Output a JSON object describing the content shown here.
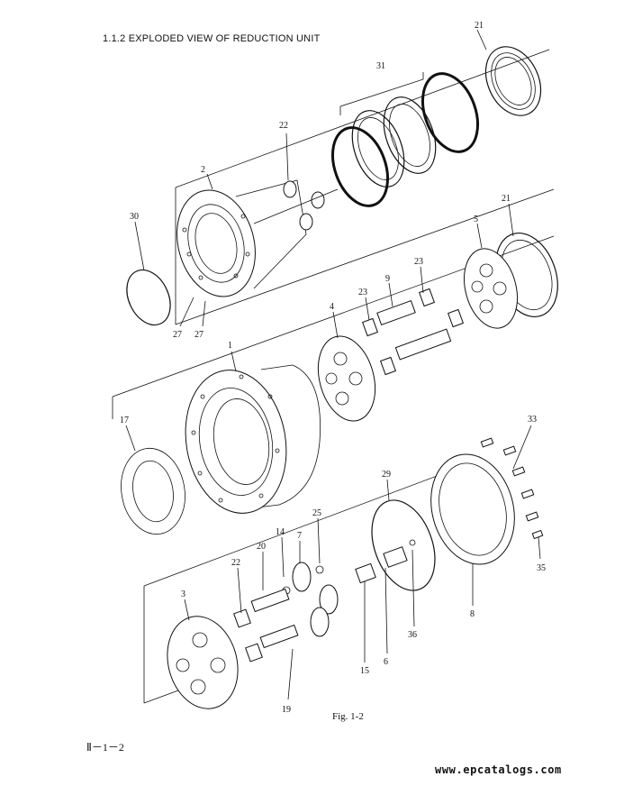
{
  "header": {
    "title": "1.1.2  EXPLODED VIEW OF REDUCTION UNIT"
  },
  "figure": {
    "caption": "Fig. 1-2"
  },
  "footer": {
    "page_number": "Ⅱ－1－2",
    "watermark": "www.epcatalogs.com"
  },
  "parts": {
    "p21a": "21",
    "p31": "31",
    "p22a": "22",
    "p2": "2",
    "p30": "30",
    "p27a": "27",
    "p27b": "27",
    "p21b": "21",
    "p5": "5",
    "p23a": "23",
    "p9": "9",
    "p23b": "23",
    "p4": "4",
    "p1": "1",
    "p17": "17",
    "p33": "33",
    "p29": "29",
    "p25": "25",
    "p7": "7",
    "p14": "14",
    "p20": "20",
    "p22b": "22",
    "p3": "3",
    "p35": "35",
    "p8": "8",
    "p36": "36",
    "p6": "6",
    "p15": "15",
    "p19": "19"
  }
}
